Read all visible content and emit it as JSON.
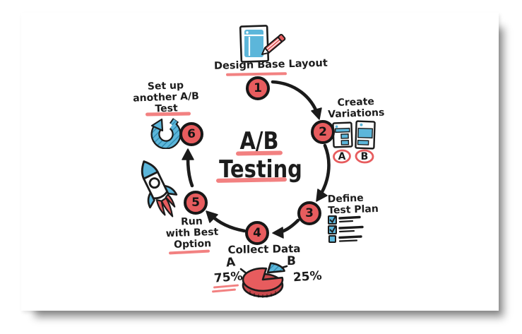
{
  "title": {
    "line1": "A/B",
    "line2": "Testing"
  },
  "steps": [
    {
      "number": "1",
      "lines": [
        "Design Base Layout"
      ],
      "icon": "wireframe-pencil-icon"
    },
    {
      "number": "2",
      "lines": [
        "Create",
        "Variations"
      ],
      "icon": "variation-cards-icon"
    },
    {
      "number": "3",
      "lines": [
        "Define",
        "Test Plan"
      ],
      "icon": "checklist-icon"
    },
    {
      "number": "4",
      "lines": [
        "Collect Data"
      ],
      "icon": "pie-chart-icon"
    },
    {
      "number": "5",
      "lines": [
        "Run",
        "with Best",
        "Option"
      ],
      "icon": "rocket-icon"
    },
    {
      "number": "6",
      "lines": [
        "Set up",
        "another A/B",
        "Test"
      ],
      "icon": "refresh-cycle-icon"
    }
  ],
  "variations": {
    "labels": [
      "A",
      "B"
    ]
  },
  "chart_data": {
    "type": "pie",
    "title": "Collect Data",
    "labels": [
      "A",
      "B"
    ],
    "values": [
      75,
      25
    ],
    "value_labels": [
      "75%",
      "25%"
    ],
    "colors": [
      "#e75c5e",
      "#5cb6da"
    ]
  },
  "colors": {
    "ink": "#1b1b1b",
    "red": "#e75c5e",
    "red_dark": "#c9494d",
    "salmon_underline": "#f28181",
    "blue": "#5cb6da",
    "blue_dark": "#2b86ac",
    "card_bg": "#ffffff"
  }
}
